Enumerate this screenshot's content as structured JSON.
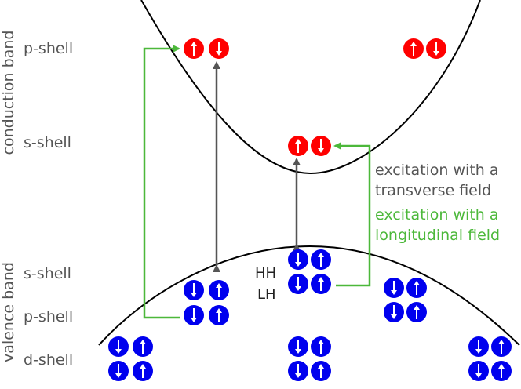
{
  "band_labels": {
    "conduction": "conduction band",
    "valence": "valence band"
  },
  "shell_labels": {
    "cb_p": "p-shell",
    "cb_s": "s-shell",
    "vb_s": "s-shell",
    "vb_p": "p-shell",
    "vb_d": "d-shell"
  },
  "hole_labels": {
    "hh": "HH",
    "lh": "LH"
  },
  "annotations": {
    "transverse_1": "excitation with a",
    "transverse_2": "transverse field",
    "longitudinal_1": "excitation with a",
    "longitudinal_2": "longitudinal field"
  },
  "colors": {
    "electron": "#ff0000",
    "hole": "#0000ee",
    "transverse_arrow": "#555555",
    "longitudinal_arrow": "#4cb83a",
    "text": "#555555",
    "band_curve": "#000000"
  }
}
